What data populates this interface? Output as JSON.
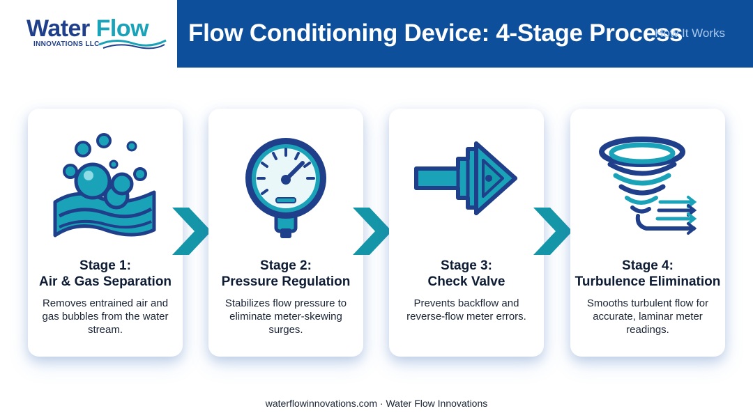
{
  "logo": {
    "brand_part1": "Water",
    "brand_part2": "Flow",
    "subtitle": "INNOVATIONS LLC"
  },
  "header": {
    "title": "Flow Conditioning Device: 4-Stage Process",
    "nav_link": "How It Works"
  },
  "stages": [
    {
      "stage": "Stage 1:",
      "name": "Air & Gas Separation",
      "description": "Removes entrained air and gas bubbles from the water stream.",
      "icon": "bubbles-water-icon"
    },
    {
      "stage": "Stage 2:",
      "name": "Pressure Regulation",
      "description": "Stabilizes flow pressure to eliminate meter-skewing surges.",
      "icon": "pressure-gauge-icon"
    },
    {
      "stage": "Stage 3:",
      "name": "Check Valve",
      "description": "Prevents backflow and reverse-flow meter errors.",
      "icon": "check-valve-arrow-icon"
    },
    {
      "stage": "Stage 4:",
      "name": "Turbulence Elimination",
      "description": "Smooths turbulent flow for accurate, laminar meter readings.",
      "icon": "vortex-laminar-icon"
    }
  ],
  "footer": {
    "text": "waterflowinnovations.com · Water Flow Innovations"
  },
  "colors": {
    "navy": "#1f3f8a",
    "header_blue": "#0e4f9c",
    "teal": "#1aa3b8",
    "chevron": "#1596a8"
  }
}
